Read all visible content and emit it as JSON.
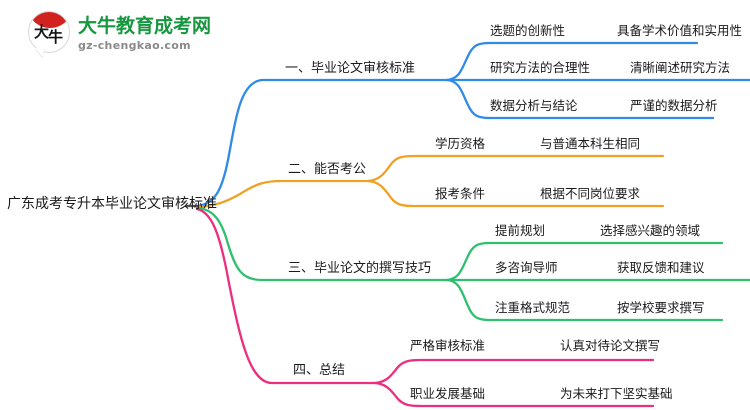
{
  "logo": {
    "badge_char_1": "大",
    "badge_char_2": "牛",
    "title": "大牛教育成考网",
    "subtitle": "gz-chengkao.com",
    "title_color": "#16963f",
    "badge_color": "#d2221f",
    "subtitle_color": "#8a8a8a"
  },
  "mindmap": {
    "root": {
      "label": "广东成考专升本毕业论文审核标准"
    },
    "branches": [
      {
        "label": "一、毕业论文审核标准",
        "color": "#2f8be6",
        "children": [
          {
            "label": "选题的创新性",
            "detail": "具备学术价值和实用性"
          },
          {
            "label": "研究方法的合理性",
            "detail": "清晰阐述研究方法"
          },
          {
            "label": "数据分析与结论",
            "detail": "严谨的数据分析"
          }
        ]
      },
      {
        "label": "二、能否考公",
        "color": "#f0a122",
        "children": [
          {
            "label": "学历资格",
            "detail": "与普通本科生相同"
          },
          {
            "label": "报考条件",
            "detail": "根据不同岗位要求"
          }
        ]
      },
      {
        "label": "三、毕业论文的撰写技巧",
        "color": "#2fbf6f",
        "children": [
          {
            "label": "提前规划",
            "detail": "选择感兴趣的领域"
          },
          {
            "label": "多咨询导师",
            "detail": "获取反馈和建议"
          },
          {
            "label": "注重格式规范",
            "detail": "按学校要求撰写"
          }
        ]
      },
      {
        "label": "四、总结",
        "color": "#ec2e7e",
        "children": [
          {
            "label": "严格审核标准",
            "detail": "认真对待论文撰写"
          },
          {
            "label": "职业发展基础",
            "detail": "为未来打下坚实基础"
          }
        ]
      }
    ]
  }
}
